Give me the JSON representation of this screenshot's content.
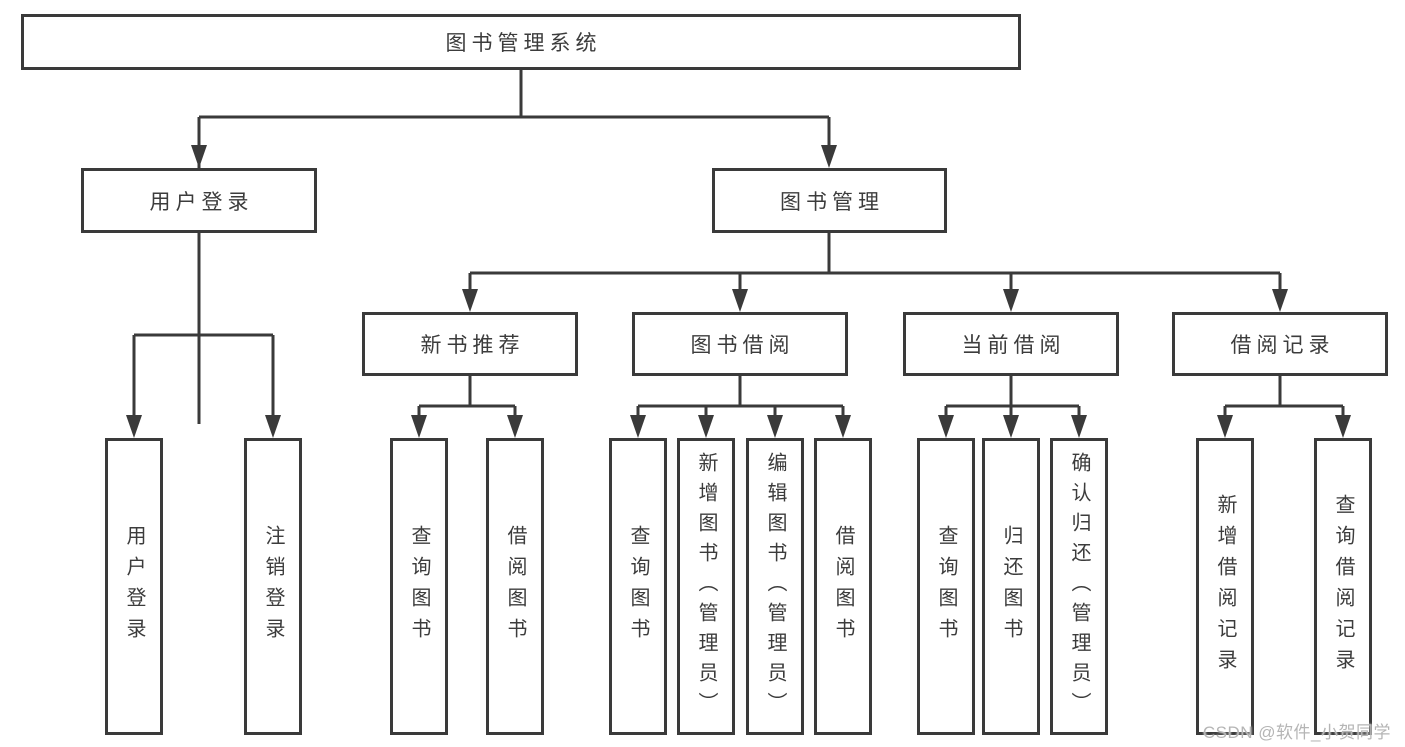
{
  "diagram": {
    "title_node": {
      "label": "图书管理系统"
    },
    "level2": [
      {
        "label": "用户登录"
      },
      {
        "label": "图书管理"
      }
    ],
    "level3": [
      {
        "label": "新书推荐"
      },
      {
        "label": "图书借阅"
      },
      {
        "label": "当前借阅"
      },
      {
        "label": "借阅记录"
      }
    ],
    "leaves": {
      "user_login": [
        {
          "label": "用户登录"
        },
        {
          "label": "注销登录"
        }
      ],
      "new_book": [
        {
          "label": "查询图书"
        },
        {
          "label": "借阅图书"
        }
      ],
      "book_borrow": [
        {
          "label": "查询图书"
        },
        {
          "label": "新增图书（管理员）"
        },
        {
          "label": "编辑图书（管理员）"
        },
        {
          "label": "借阅图书"
        }
      ],
      "current_borrow": [
        {
          "label": "查询图书"
        },
        {
          "label": "归还图书"
        },
        {
          "label": "确认归还（管理员）"
        }
      ],
      "borrow_record": [
        {
          "label": "新增借阅记录"
        },
        {
          "label": "查询借阅记录"
        }
      ]
    }
  },
  "watermark": {
    "text": "CSDN @软件_小贺同学"
  },
  "colors": {
    "line": "#3a3a3a",
    "box_border": "#3a3a3a",
    "text": "#3c3c3c",
    "watermark": "#b5b5b5",
    "background": "#ffffff"
  }
}
